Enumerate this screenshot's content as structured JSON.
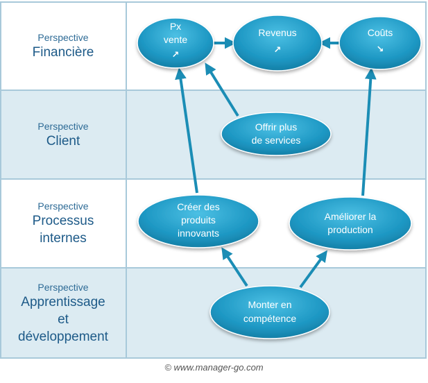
{
  "rows": [
    {
      "small": "Perspective",
      "big": [
        "Financière"
      ]
    },
    {
      "small": "Perspective",
      "big": [
        "Client"
      ]
    },
    {
      "small": "Perspective",
      "big": [
        "Processus",
        "internes"
      ]
    },
    {
      "small": "Perspective",
      "big": [
        "Apprentissage",
        "et",
        "développement"
      ]
    }
  ],
  "nodes": {
    "px_vente": [
      "Px",
      "vente",
      "↗"
    ],
    "revenus": [
      "Revenus",
      "↗"
    ],
    "couts": [
      "Coûts",
      "↘"
    ],
    "offrir": [
      "Offrir plus",
      "de services"
    ],
    "creer": [
      "Créer des",
      "produits",
      "innovants"
    ],
    "ameliorer": [
      "Améliorer la",
      "production"
    ],
    "monter": [
      "Monter en",
      "compétence"
    ]
  },
  "colors": {
    "node": "#1f9ac4",
    "arrow": "#1b8db5",
    "band_alt": "#dcebf2"
  },
  "footer": "© www.manager-go.com"
}
